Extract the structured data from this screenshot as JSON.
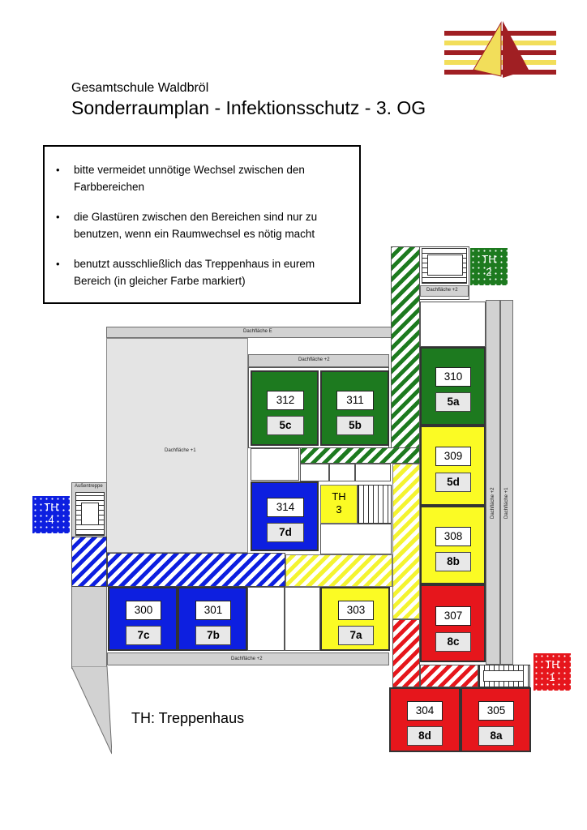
{
  "header": {
    "school": "Gesamtschule Waldbröl",
    "title": "Sonderraumplan - Infektionsschutz - 3. OG"
  },
  "notes": [
    "bitte vermeidet unnötige Wechsel zwischen den Farbbereichen",
    "die Glastüren zwischen den Bereichen sind nur zu benutzen, wenn ein Raumwechsel es nötig macht",
    "benutzt ausschließlich das Treppenhaus in eurem Bereich (in gleicher Farbe markiert)"
  ],
  "zone_colors": {
    "green": "#1d7a1f",
    "yellow": "#fbfb24",
    "blue": "#0d1fe0",
    "red": "#e6161c"
  },
  "rooms": {
    "r312": {
      "number": "312",
      "class": "5c",
      "zone": "green"
    },
    "r311": {
      "number": "311",
      "class": "5b",
      "zone": "green"
    },
    "r310": {
      "number": "310",
      "class": "5a",
      "zone": "green"
    },
    "r309": {
      "number": "309",
      "class": "5d",
      "zone": "yellow"
    },
    "r308": {
      "number": "308",
      "class": "8b",
      "zone": "yellow"
    },
    "r314": {
      "number": "314",
      "class": "7d",
      "zone": "blue"
    },
    "r300": {
      "number": "300",
      "class": "7c",
      "zone": "blue"
    },
    "r301": {
      "number": "301",
      "class": "7b",
      "zone": "blue"
    },
    "r303": {
      "number": "303",
      "class": "7a",
      "zone": "yellow"
    },
    "r307": {
      "number": "307",
      "class": "8c",
      "zone": "red"
    },
    "r304": {
      "number": "304",
      "class": "8d",
      "zone": "red"
    },
    "r305": {
      "number": "305",
      "class": "8a",
      "zone": "red"
    }
  },
  "stairwells": {
    "th1": {
      "line1": "TH",
      "line2": "1",
      "zone": "red"
    },
    "th2": {
      "line1": "TH",
      "line2": "2",
      "zone": "green"
    },
    "th3": {
      "line1": "TH",
      "line2": "3",
      "zone": "yellow"
    },
    "th4": {
      "line1": "TH",
      "line2": "4",
      "zone": "blue"
    }
  },
  "plan_labels": {
    "roof_e": "Dachfläche E",
    "roof_p2_top": "Dachfläche +2",
    "roof_p1": "Dachfläche +1",
    "roof_p2_th2": "Dachfläche +2",
    "roof_p2_bottom": "Dachfläche +2",
    "roof_p2_right": "Dachfläche +2",
    "roof_p1_right": "Dachfläche +1",
    "outer_stairs": "Außentreppe"
  },
  "legend": "TH: Treppenhaus",
  "logo_colors": {
    "red": "#a01f23",
    "yellow": "#f2de5a"
  }
}
